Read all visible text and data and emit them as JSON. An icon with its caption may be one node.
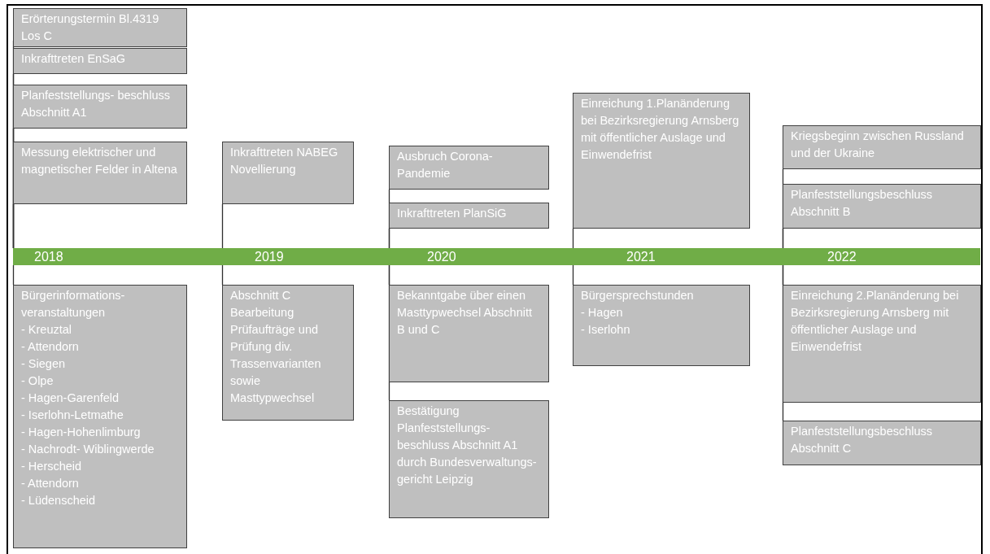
{
  "diagram": {
    "nodes": [
      {
        "text": [
          "Erörterungstermin Bl.4319 Los C"
        ]
      },
      {
        "text": [
          "Inkrafttreten EnSaG"
        ]
      },
      {
        "text": [
          "Planfeststellungs- beschluss Abschnitt A1"
        ]
      },
      {
        "text": [
          "Messung elektrischer und magnetischer Felder in Altena"
        ]
      },
      {
        "text": [
          "Inkrafttreten NABEG Novellierung"
        ]
      },
      {
        "text": [
          "Ausbruch Corona- Pandemie"
        ]
      },
      {
        "text": [
          "Inkrafttreten PlanSiG"
        ]
      },
      {
        "text": [
          "Einreichung 1.Planänderung bei Bezirksregierung Arnsberg mit öffentlicher Auslage und Einwendefrist"
        ]
      },
      {
        "text": [
          "Kriegsbeginn zwischen Russland und der Ukraine"
        ]
      },
      {
        "text": [
          "Planfeststellungsbeschluss Abschnitt B"
        ]
      },
      {
        "text": [
          "2018",
          "2019",
          "2020",
          "2021",
          "2022"
        ]
      },
      {
        "text": [
          "Bürgerinformations- veranstaltungen",
          "- Kreuztal",
          "- Attendorn",
          "- Siegen",
          "- Olpe",
          "- Hagen-Garenfeld",
          "- Iserlohn-Letmathe",
          "- Hagen-Hohenlimburg",
          "- Nachrodt- Wiblingwerde",
          "- Herscheid",
          "- Attendorn",
          "- Lüdenscheid"
        ]
      },
      {
        "text": [
          "Abschnitt C Bearbeitung Prüfaufträge und Prüfung div. Trassenvarianten sowie Masttypwechsel"
        ]
      },
      {
        "text": [
          "Bekanntgabe über einen Masttypwechsel Abschnitt B und C"
        ]
      },
      {
        "text": [
          "Bestätigung Planfeststellungs- beschluss Abschnitt A1 durch Bundesverwaltungs- gericht Leipzig"
        ]
      },
      {
        "text": [
          "Bürgersprechstunden",
          "- Hagen",
          "- Iserlohn"
        ]
      },
      {
        "text": [
          "Einreichung 2.Planänderung bei Bezirksregierung Arnsberg mit öffentlicher Auslage und Einwendefrist"
        ]
      },
      {
        "text": [
          "Planfeststellungsbeschluss Abschnitt C"
        ]
      }
    ],
    "edges": [
      {
        "from": 0,
        "to": 10,
        "arrow": "none"
      },
      {
        "from": 1,
        "to": 10,
        "arrow": "none"
      },
      {
        "from": 2,
        "to": 10,
        "arrow": "none"
      },
      {
        "from": 3,
        "to": 10,
        "arrow": "none"
      },
      {
        "from": 4,
        "to": 10,
        "arrow": "none"
      },
      {
        "from": 5,
        "to": 10,
        "arrow": "none"
      },
      {
        "from": 6,
        "to": 10,
        "arrow": "none"
      },
      {
        "from": 7,
        "to": 10,
        "arrow": "none"
      },
      {
        "from": 8,
        "to": 10,
        "arrow": "none"
      },
      {
        "from": 9,
        "to": 10,
        "arrow": "none"
      },
      {
        "from": 11,
        "to": 10,
        "arrow": "none"
      },
      {
        "from": 12,
        "to": 10,
        "arrow": "none"
      },
      {
        "from": 13,
        "to": 10,
        "arrow": "none"
      },
      {
        "from": 14,
        "to": 10,
        "arrow": "none"
      },
      {
        "from": 15,
        "to": 10,
        "arrow": "none"
      },
      {
        "from": 16,
        "to": 10,
        "arrow": "none"
      },
      {
        "from": 17,
        "to": 10,
        "arrow": "none"
      }
    ]
  }
}
